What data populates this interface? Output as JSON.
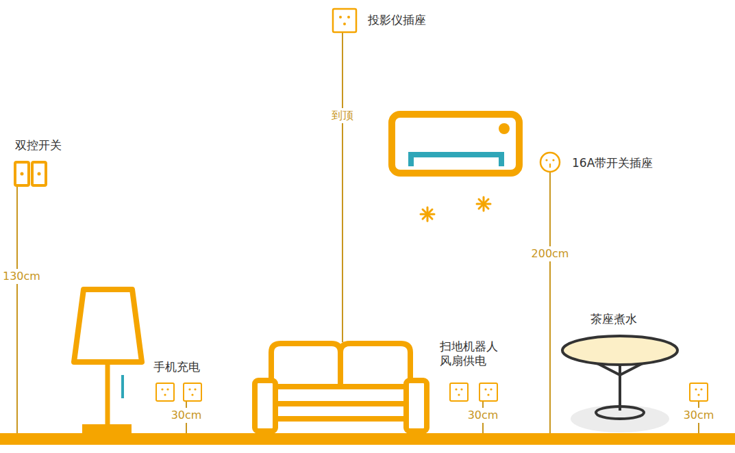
{
  "diagram": {
    "labels": [
      "投影仪插座",
      "双控开关",
      "到顶",
      "16A带开关插座",
      "130cm",
      "200cm",
      "茶座煮水",
      "扫地机器人 风扇供电",
      "手机充电",
      "30cm",
      "30cm",
      "30cm"
    ]
  }
}
